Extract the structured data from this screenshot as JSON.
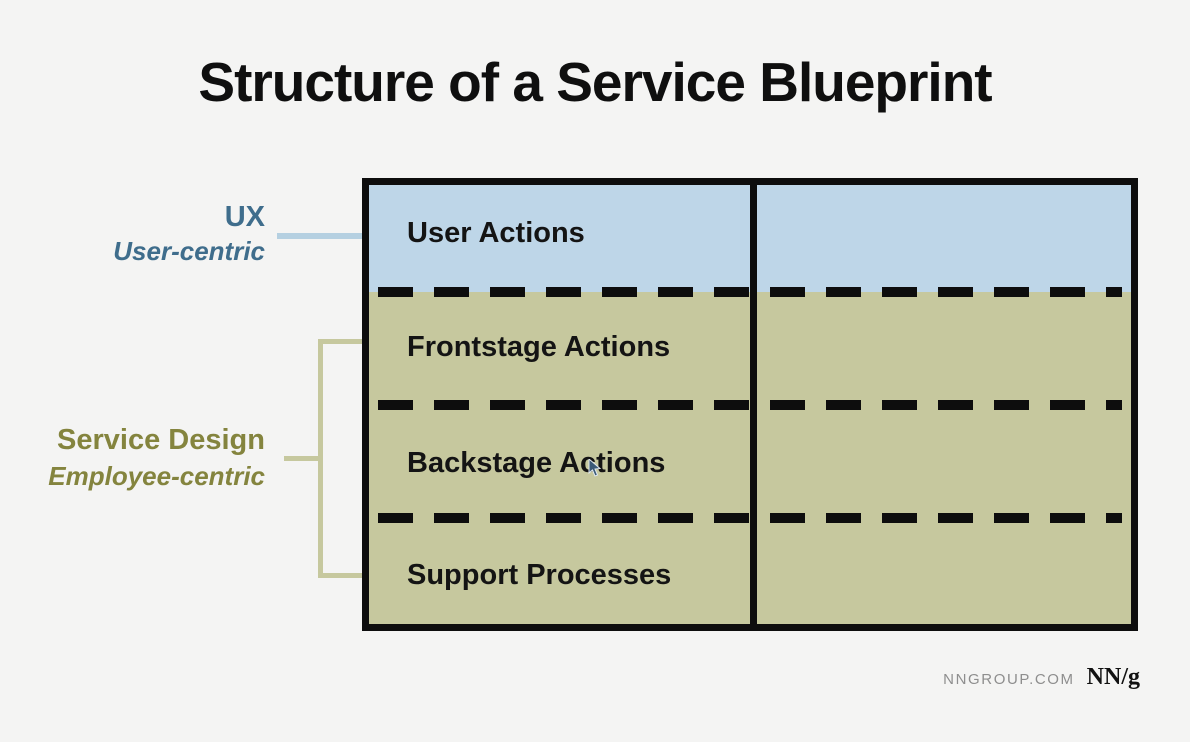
{
  "page": {
    "title": "Structure of a Service Blueprint",
    "background_color": "#f4f4f3"
  },
  "blueprint": {
    "border_color": "#0d0d0d",
    "columns": 2,
    "rows": [
      {
        "label": "User Actions",
        "band_color": "#bed6e8",
        "group": "UX"
      },
      {
        "label": "Frontstage Actions",
        "band_color": "#c6c89e",
        "group": "Service Design"
      },
      {
        "label": "Backstage Actions",
        "band_color": "#c6c89e",
        "group": "Service Design"
      },
      {
        "label": "Support Processes",
        "band_color": "#c6c89e",
        "group": "Service Design"
      }
    ]
  },
  "annotations": {
    "ux": {
      "title": "UX",
      "subtitle": "User-centric",
      "text_color": "#3f6d8c",
      "connector_color": "#b5d0e1"
    },
    "service_design": {
      "title": "Service Design",
      "subtitle": "Employee-centric",
      "text_color": "#84843e",
      "connector_color": "#c6c89e"
    }
  },
  "footer": {
    "website": "NNGROUP.COM",
    "logo": "NN/g"
  }
}
